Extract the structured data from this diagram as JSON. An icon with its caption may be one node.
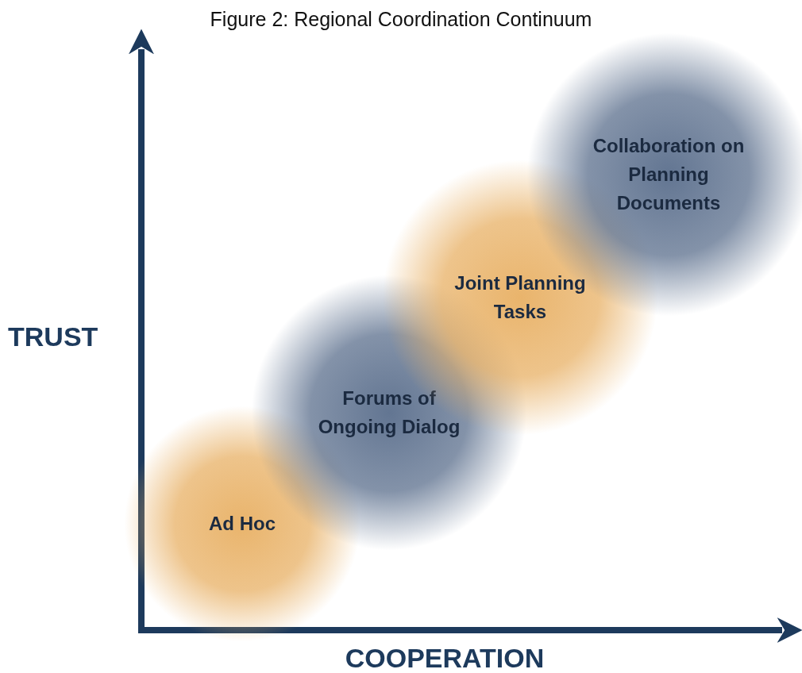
{
  "diagram": {
    "title": "Figure 2: Regional Coordination Continuum",
    "nodes": [
      {
        "text": [
          "Ad Hoc"
        ]
      },
      {
        "text": [
          "Forums of Ongoing Dialog"
        ]
      },
      {
        "text": [
          "Joint Planning Tasks"
        ]
      },
      {
        "text": [
          "Collaboration on Planning Documents"
        ]
      }
    ],
    "labels": [
      "TRUST",
      "COOPERATION"
    ]
  }
}
